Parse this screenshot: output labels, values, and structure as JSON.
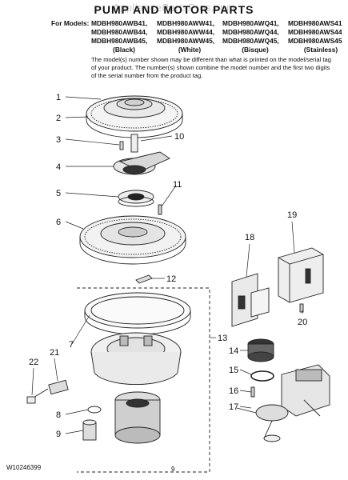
{
  "watermark": "AppliancePartsPros.com",
  "title": "PUMP AND MOTOR PARTS",
  "models": {
    "prefix": "For Models:",
    "rows": [
      [
        "MDBH980AWB41,",
        "MDBH980AWW41,",
        "MDBH980AWQ41,",
        "MDBH980AWS41"
      ],
      [
        "MDBH980AWB44,",
        "MDBH980AWW44,",
        "MDBH980AWQ44,",
        "MDBH980AWS44"
      ],
      [
        "MDBH980AWB45,",
        "MDBH980AWW45,",
        "MDBH980AWQ45,",
        "MDBH980AWS45"
      ]
    ],
    "colors": [
      "(Black)",
      "(White)",
      "(Bisque)",
      "(Stainless)"
    ]
  },
  "note": "The model(s) number shown may be different than what is printed on the model/serial tag of your product. The number(s) shown combine the model number and the first two digits of the serial number from the product tag.",
  "callouts": [
    "1",
    "2",
    "3",
    "4",
    "5",
    "6",
    "7",
    "8",
    "9",
    "10",
    "11",
    "12",
    "13",
    "14",
    "15",
    "16",
    "17",
    "18",
    "19",
    "20",
    "21",
    "22"
  ],
  "footer": {
    "doc_number": "W10246399",
    "page": "9"
  }
}
